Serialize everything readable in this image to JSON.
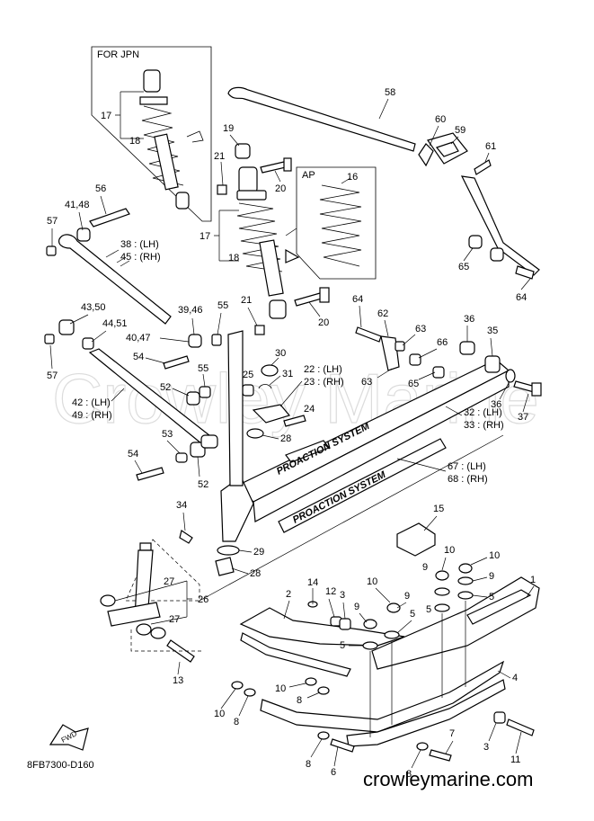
{
  "diagram": {
    "watermark": "Crowley Marine",
    "site": "crowleymarine.com",
    "code": "8FB7300-D160",
    "inset_jpn": "FOR JPN",
    "inset_ap": "AP",
    "fwd": "FWD",
    "rail_text_1": "PROACTION SYSTEM",
    "rail_text_2": "PROACTION SYSTEM"
  },
  "callouts": {
    "c1": "1",
    "c2": "2",
    "c3": "3",
    "c4": "4",
    "c5a": "5",
    "c5b": "5",
    "c5c": "5",
    "c5d": "5",
    "c6": "6",
    "c7": "7",
    "c8a": "8",
    "c8b": "8",
    "c8c": "8",
    "c8d": "8",
    "c9a": "9",
    "c9b": "9",
    "c9c": "9",
    "c9d": "9",
    "c10a": "10",
    "c10b": "10",
    "c10c": "10",
    "c10d": "10",
    "c10e": "10",
    "c11": "11",
    "c12": "12",
    "c13": "13",
    "c14": "14",
    "c15": "15",
    "c16": "16",
    "c17a": "17",
    "c17b": "17",
    "c18a": "18",
    "c18b": "18",
    "c19": "19",
    "c20a": "20",
    "c20b": "20",
    "c21a": "21",
    "c21b": "21",
    "c22": "22 : (LH)",
    "c23": "23 : (RH)",
    "c24": "24",
    "c25": "25",
    "c26": "26",
    "c27a": "27",
    "c27b": "27",
    "c28a": "28",
    "c28b": "28",
    "c29": "29",
    "c30": "30",
    "c31": "31",
    "c32": "32 : (LH)",
    "c33": "33 : (RH)",
    "c34": "34",
    "c35": "35",
    "c36a": "36",
    "c36b": "36",
    "c37": "37",
    "c38": "38 : (LH)",
    "c45": "45 : (RH)",
    "c3946": "39,46",
    "c4047": "40,47",
    "c4148": "41,48",
    "c42": "42 : (LH)",
    "c49": "49 : (RH)",
    "c4350": "43,50",
    "c4451": "44,51",
    "c52a": "52",
    "c52b": "52",
    "c53": "53",
    "c54a": "54",
    "c54b": "54",
    "c55a": "55",
    "c55b": "55",
    "c56": "56",
    "c57a": "57",
    "c57b": "57",
    "c58": "58",
    "c59": "59",
    "c60": "60",
    "c61": "61",
    "c62": "62",
    "c63a": "63",
    "c63b": "63",
    "c64a": "64",
    "c64b": "64",
    "c65a": "65",
    "c65b": "65",
    "c66": "66",
    "c67": "67 : (LH)",
    "c68": "68 : (RH)"
  }
}
